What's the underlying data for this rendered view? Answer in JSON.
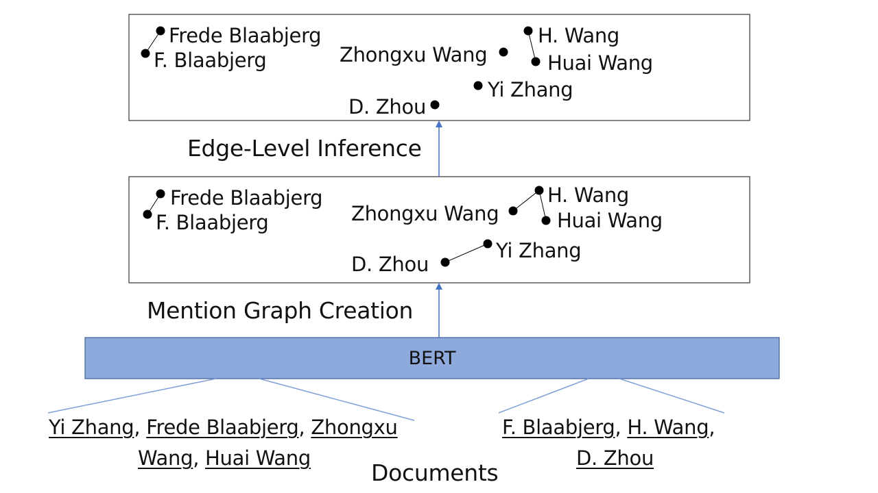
{
  "colors": {
    "bert_fill": "#8eaadc",
    "bert_border": "#3d5e97",
    "arrow": "#4472c4",
    "doc_lines": "#7f9fd6",
    "node": "#000000"
  },
  "top_box": {
    "mentions": {
      "frede_blaabjerg": "Frede Blaabjerg",
      "f_blaabjerg": "F. Blaabjerg",
      "zhongxu_wang": "Zhongxu Wang",
      "h_wang": "H. Wang",
      "huai_wang": "Huai Wang",
      "yi_zhang": "Yi Zhang",
      "d_zhou": "D. Zhou"
    }
  },
  "middle_box": {
    "mentions": {
      "frede_blaabjerg": "Frede Blaabjerg",
      "f_blaabjerg": "F. Blaabjerg",
      "zhongxu_wang": "Zhongxu Wang",
      "h_wang": "H. Wang",
      "huai_wang": "Huai Wang",
      "yi_zhang": "Yi Zhang",
      "d_zhou": "D. Zhou"
    }
  },
  "stages": {
    "edge_level_inference": "Edge-Level Inference",
    "mention_graph_creation": "Mention Graph Creation"
  },
  "bert": {
    "label": "BERT"
  },
  "documents": {
    "label": "Documents",
    "doc1": {
      "n1": "Yi Zhang",
      "sep1": ", ",
      "n2": "Frede Blaabjerg",
      "sep2": ", ",
      "n3a": "Zhongxu",
      "n3b": "Wang",
      "sep3": ", ",
      "n4": "Huai Wang"
    },
    "doc2": {
      "n1": "F. Blaabjerg",
      "sep1": ", ",
      "n2": "H. Wang",
      "sep2": ",",
      "n3": "D. Zhou"
    }
  }
}
